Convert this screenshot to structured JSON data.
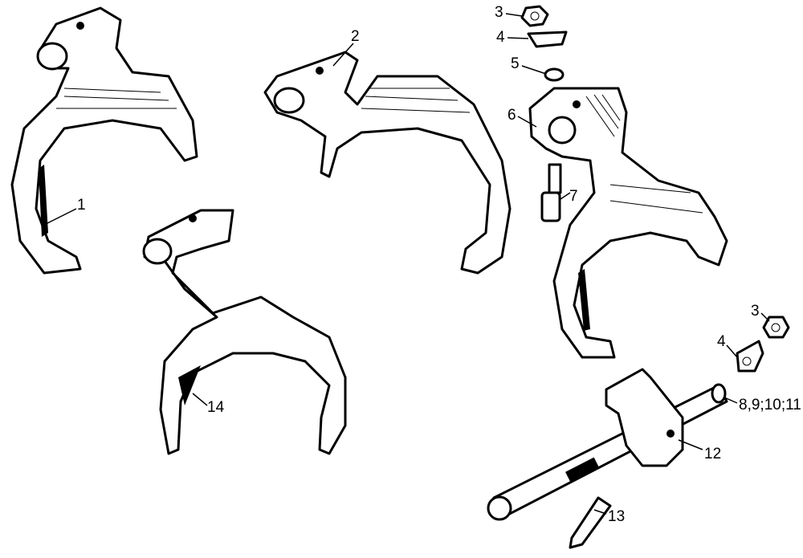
{
  "diagram": {
    "labels": {
      "p1": "1",
      "p2": "2",
      "p3a": "3",
      "p4a": "4",
      "p5": "5",
      "p6": "6",
      "p7": "7",
      "p3b": "3",
      "p4b": "4",
      "p8_11": "8,9;10;11",
      "p12": "12",
      "p13": "13",
      "p14": "14"
    }
  }
}
